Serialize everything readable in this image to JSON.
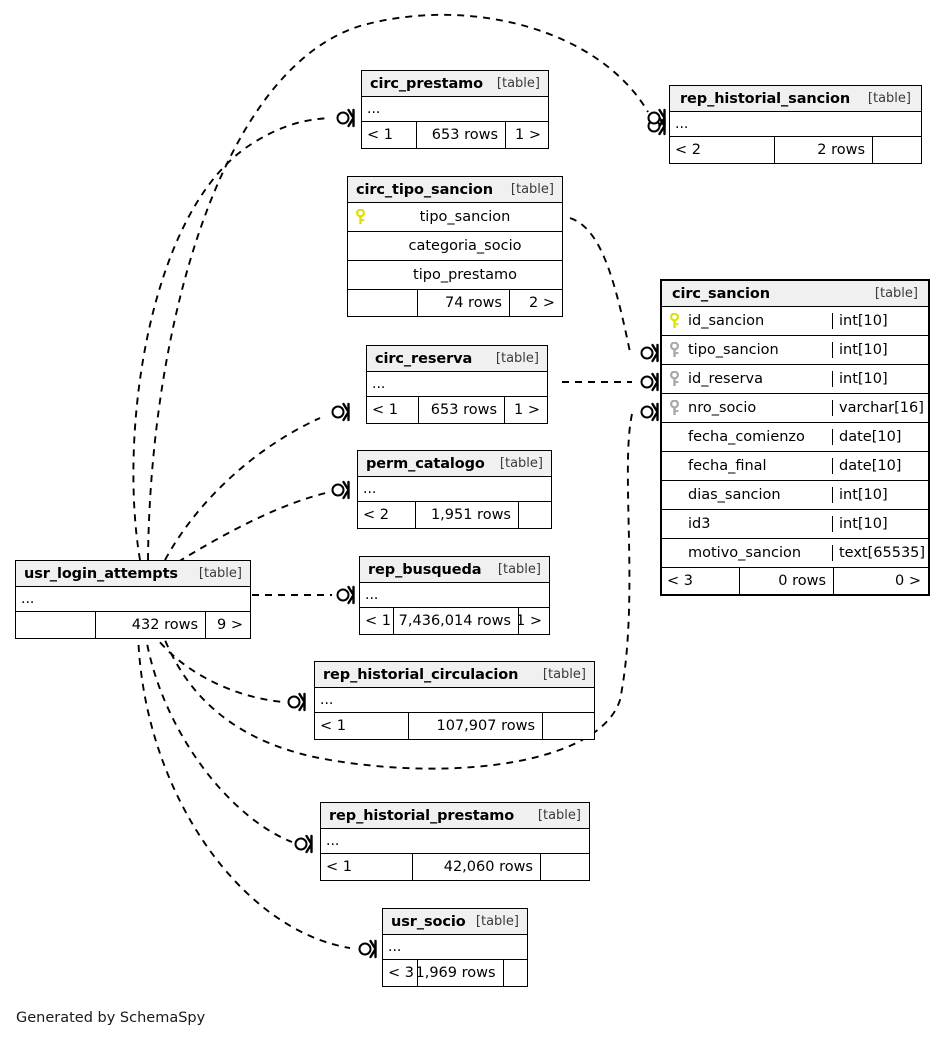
{
  "diagram": {
    "credit": "Generated by SchemaSpy",
    "table_tag": "[table]",
    "ellipsis": "...",
    "rows_suffix": "rows"
  },
  "tables": {
    "circ_prestamo": {
      "name": "circ_prestamo",
      "tag": "[table]",
      "body": "...",
      "footer": {
        "left": "< 1",
        "mid": "653 rows",
        "right": "1 >"
      }
    },
    "rep_historial_sancion": {
      "name": "rep_historial_sancion",
      "tag": "[table]",
      "body": "...",
      "footer": {
        "left": "< 2",
        "mid": "2 rows",
        "right": ""
      }
    },
    "circ_tipo_sancion": {
      "name": "circ_tipo_sancion",
      "tag": "[table]",
      "columns": [
        {
          "key": "primary",
          "name": "tipo_sancion"
        },
        {
          "key": "none",
          "name": "categoria_socio"
        },
        {
          "key": "none",
          "name": "tipo_prestamo"
        }
      ],
      "footer": {
        "left": "",
        "mid": "74 rows",
        "right": "2 >"
      }
    },
    "circ_sancion": {
      "name": "circ_sancion",
      "tag": "[table]",
      "columns": [
        {
          "key": "primary",
          "name": "id_sancion",
          "type": "int[10]"
        },
        {
          "key": "foreign",
          "name": "tipo_sancion",
          "type": "int[10]"
        },
        {
          "key": "foreign",
          "name": "id_reserva",
          "type": "int[10]"
        },
        {
          "key": "foreign",
          "name": "nro_socio",
          "type": "varchar[16]"
        },
        {
          "key": "none",
          "name": "fecha_comienzo",
          "type": "date[10]"
        },
        {
          "key": "none",
          "name": "fecha_final",
          "type": "date[10]"
        },
        {
          "key": "none",
          "name": "dias_sancion",
          "type": "int[10]"
        },
        {
          "key": "none",
          "name": "id3",
          "type": "int[10]"
        },
        {
          "key": "none",
          "name": "motivo_sancion",
          "type": "text[65535]"
        }
      ],
      "footer": {
        "left": "< 3",
        "mid": "0 rows",
        "right": "0 >"
      }
    },
    "circ_reserva": {
      "name": "circ_reserva",
      "tag": "[table]",
      "body": "...",
      "footer": {
        "left": "< 1",
        "mid": "653 rows",
        "right": "1 >"
      }
    },
    "perm_catalogo": {
      "name": "perm_catalogo",
      "tag": "[table]",
      "body": "...",
      "footer": {
        "left": "< 2",
        "mid": "1,951 rows",
        "right": ""
      }
    },
    "usr_login_attempts": {
      "name": "usr_login_attempts",
      "tag": "[table]",
      "body": "...",
      "footer": {
        "left": "",
        "mid": "432 rows",
        "right": "9 >"
      }
    },
    "rep_busqueda": {
      "name": "rep_busqueda",
      "tag": "[table]",
      "body": "...",
      "footer": {
        "left": "< 1",
        "mid": "7,436,014 rows",
        "right": "1 >"
      }
    },
    "rep_historial_circulacion": {
      "name": "rep_historial_circulacion",
      "tag": "[table]",
      "body": "...",
      "footer": {
        "left": "< 1",
        "mid": "107,907 rows",
        "right": ""
      }
    },
    "rep_historial_prestamo": {
      "name": "rep_historial_prestamo",
      "tag": "[table]",
      "body": "...",
      "footer": {
        "left": "< 1",
        "mid": "42,060 rows",
        "right": ""
      }
    },
    "usr_socio": {
      "name": "usr_socio",
      "tag": "[table]",
      "body": "...",
      "footer": {
        "left": "< 3",
        "mid": "1,969 rows",
        "right": ""
      }
    }
  },
  "colors": {
    "primary_key": "#e8e800",
    "foreign_key": "#a8a8a8",
    "header_bg": "#f0f0f0",
    "border": "#000000",
    "edge": "#000000"
  }
}
